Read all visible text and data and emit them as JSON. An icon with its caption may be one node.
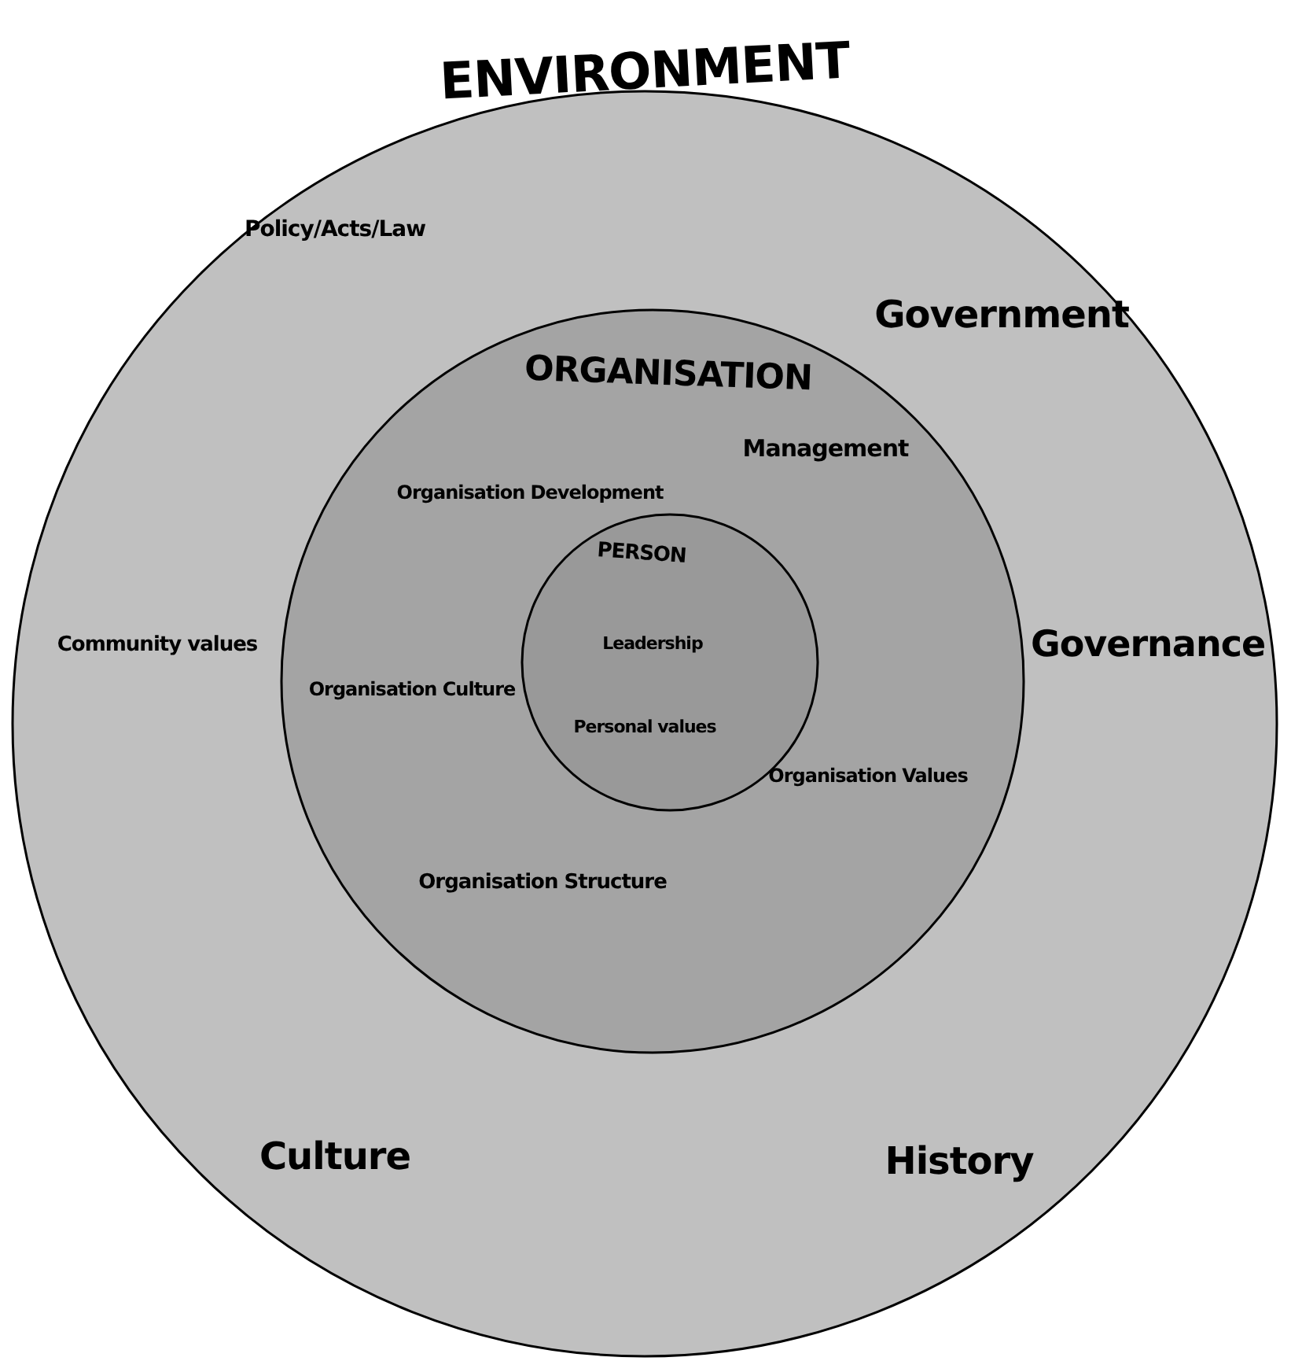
{
  "diagram": {
    "nodes": [
      {
        "text": [
          "ENVIRONMENT",
          "Policy/Acts/Law",
          "Government",
          "Community values",
          "Governance",
          "Culture",
          "History"
        ]
      },
      {
        "text": [
          "ORGANISATION",
          "Management",
          "Organisation Development",
          "Organisation Culture",
          "Organisation Values",
          "Organisation Structure"
        ],
        "in": 0
      },
      {
        "text": [
          "PERSON",
          "Leadership",
          "Personal values"
        ],
        "in": 1
      }
    ]
  }
}
